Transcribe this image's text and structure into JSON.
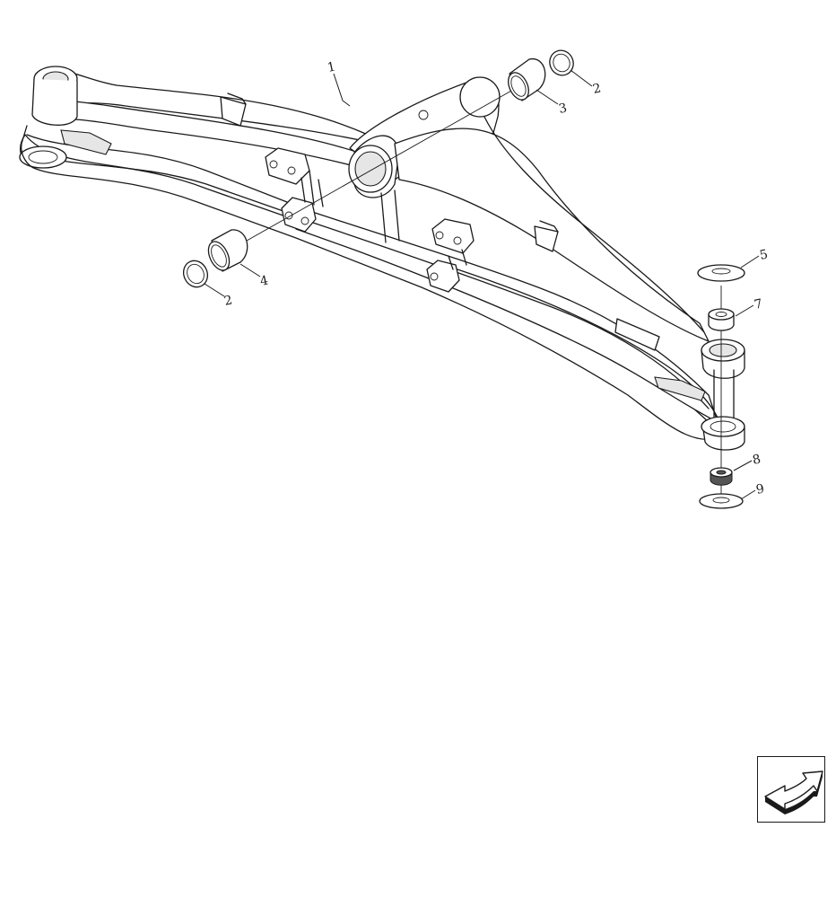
{
  "diagram": {
    "callouts": {
      "c1": "1",
      "c2a": "2",
      "c3": "3",
      "c2b": "2",
      "c4": "4",
      "c5": "5",
      "c7": "7",
      "c8": "8",
      "c9": "9"
    }
  },
  "navigation": {
    "icon": "next-page-arrow-icon"
  }
}
